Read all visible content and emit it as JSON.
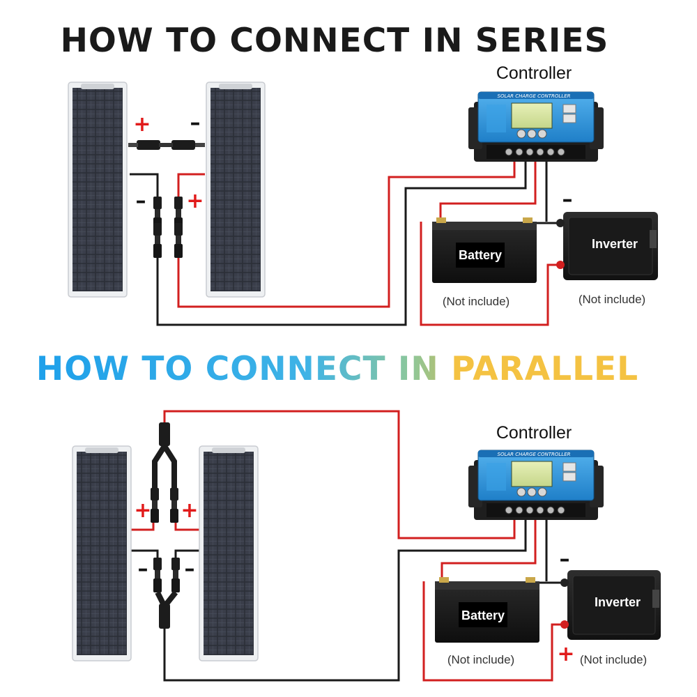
{
  "series": {
    "title": "HOW TO CONNECT IN SERIES",
    "controller_label": "Controller",
    "controller_header": "SOLAR CHARGE CONTROLLER",
    "battery_label": "Battery",
    "inverter_label": "Inverter",
    "battery_note": "(Not include)",
    "inverter_note": "(Not include)",
    "plus": "+",
    "minus": "–"
  },
  "parallel": {
    "title_part1": "HOW TO CONNECT IN ",
    "title_part2": "PARALLEL",
    "controller_label": "Controller",
    "controller_header": "SOLAR CHARGE CONTROLLER",
    "battery_label": "Battery",
    "inverter_label": "Inverter",
    "battery_note": "(Not include)",
    "inverter_note": "(Not include)",
    "plus": "+",
    "minus": "–"
  },
  "colors": {
    "wire_positive": "#d21f1f",
    "wire_negative": "#1a1a1a",
    "controller_blue": "#2f8fd8",
    "title_gradient": [
      "#1ea0ea",
      "#39b4e8",
      "#7fc7a8",
      "#e6b83a",
      "#f4c242"
    ]
  }
}
